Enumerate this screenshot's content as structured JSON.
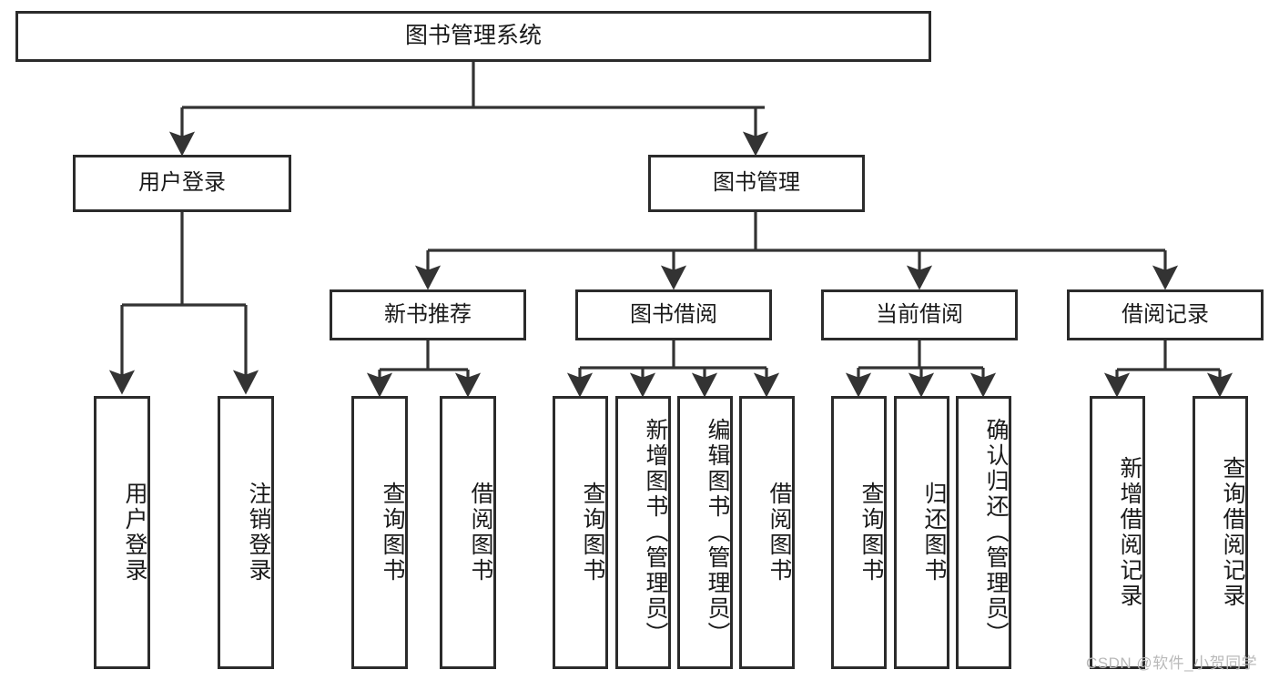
{
  "diagram": {
    "type": "tree-hierarchy",
    "title": "图书管理系统",
    "watermark": "CSDN @软件_小贺同学",
    "colors": {
      "box_border": "#2b2b2b",
      "box_fill": "#ffffff",
      "line": "#333333",
      "text": "#1a1a1a",
      "watermark": "#b9b9b9"
    },
    "nodes": {
      "root": {
        "label": "图书管理系统",
        "level": 1
      },
      "user_login": {
        "label": "用户登录",
        "level": 2
      },
      "book_manage": {
        "label": "图书管理",
        "level": 2
      },
      "new_book_rec": {
        "label": "新书推荐",
        "level": 3
      },
      "book_borrow": {
        "label": "图书借阅",
        "level": 3
      },
      "current_borrow": {
        "label": "当前借阅",
        "level": 3
      },
      "borrow_record": {
        "label": "借阅记录",
        "level": 3
      },
      "leaf_user_login": {
        "label": "用户登录",
        "level": 4
      },
      "leaf_logout": {
        "label": "注销登录",
        "level": 4
      },
      "leaf_query_book_1": {
        "label": "查询图书",
        "level": 4
      },
      "leaf_borrow_book_1": {
        "label": "借阅图书",
        "level": 4
      },
      "leaf_query_book_2": {
        "label": "查询图书",
        "level": 4
      },
      "leaf_add_book": {
        "label": "新增图书（管理员）",
        "level": 4
      },
      "leaf_edit_book": {
        "label": "编辑图书（管理员）",
        "level": 4
      },
      "leaf_borrow_book_2": {
        "label": "借阅图书",
        "level": 4
      },
      "leaf_query_book_3": {
        "label": "查询图书",
        "level": 4
      },
      "leaf_return_book": {
        "label": "归还图书",
        "level": 4
      },
      "leaf_confirm_return": {
        "label": "确认归还（管理员）",
        "level": 4
      },
      "leaf_add_record": {
        "label": "新增借阅记录",
        "level": 4
      },
      "leaf_query_record": {
        "label": "查询借阅记录",
        "level": 4
      }
    },
    "edges": [
      {
        "from": "root",
        "to": "user_login"
      },
      {
        "from": "root",
        "to": "book_manage"
      },
      {
        "from": "user_login",
        "to": "leaf_user_login"
      },
      {
        "from": "user_login",
        "to": "leaf_logout"
      },
      {
        "from": "book_manage",
        "to": "new_book_rec"
      },
      {
        "from": "book_manage",
        "to": "book_borrow"
      },
      {
        "from": "book_manage",
        "to": "current_borrow"
      },
      {
        "from": "book_manage",
        "to": "borrow_record"
      },
      {
        "from": "new_book_rec",
        "to": "leaf_query_book_1"
      },
      {
        "from": "new_book_rec",
        "to": "leaf_borrow_book_1"
      },
      {
        "from": "book_borrow",
        "to": "leaf_query_book_2"
      },
      {
        "from": "book_borrow",
        "to": "leaf_add_book"
      },
      {
        "from": "book_borrow",
        "to": "leaf_edit_book"
      },
      {
        "from": "book_borrow",
        "to": "leaf_borrow_book_2"
      },
      {
        "from": "current_borrow",
        "to": "leaf_query_book_3"
      },
      {
        "from": "current_borrow",
        "to": "leaf_return_book"
      },
      {
        "from": "current_borrow",
        "to": "leaf_confirm_return"
      },
      {
        "from": "borrow_record",
        "to": "leaf_add_record"
      },
      {
        "from": "borrow_record",
        "to": "leaf_query_record"
      }
    ]
  }
}
